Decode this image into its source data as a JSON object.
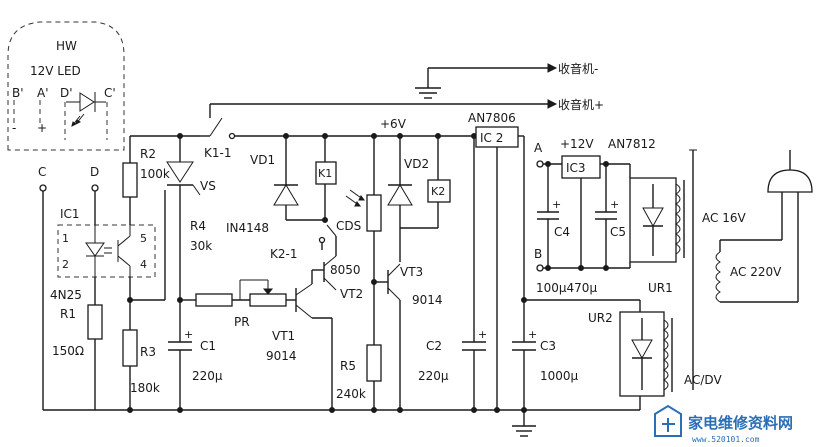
{
  "labels": {
    "hw": "HW",
    "led12": "12V  LED",
    "b_prime": "B'",
    "a_prime": "A'",
    "d_prime": "D'",
    "c_prime": "C'",
    "minus": "-",
    "plus": "+",
    "c": "C",
    "d": "D",
    "ic1": "IC1",
    "pin1": "1",
    "pin2": "2",
    "pin5": "5",
    "pin4": "4",
    "n4n25": "4N25",
    "r1": "R1",
    "r1v": "150Ω",
    "r2": "R2",
    "r2v": "100k",
    "vs": "VS",
    "r4": "R4",
    "r4v": "30k",
    "r3": "R3",
    "r3v": "180k",
    "c1": "C1",
    "c1v": "220μ",
    "k11": "K1-1",
    "vd1": "VD1",
    "k1": "K1",
    "in4148": "IN4148",
    "k21": "K2-1",
    "cds": "CDS",
    "pr": "PR",
    "vt1": "VT1",
    "vt1v": "9014",
    "n8050": "8050",
    "vt2": "VT2",
    "vt3": "VT3",
    "vt3v": "9014",
    "r5": "R5",
    "r5v": "240k",
    "plus6v": "+6V",
    "vd2": "VD2",
    "k2": "K2",
    "an7806": "AN7806",
    "ic2": "IC 2",
    "c2": "C2",
    "c2v": "220μ",
    "c3": "C3",
    "c3v": "1000μ",
    "radio_minus": "收音机-",
    "radio_plus": "收音机+",
    "a": "A",
    "b": "B",
    "plus12v": "+12V",
    "ic3": "IC3",
    "an7812": "AN7812",
    "c4": "C4",
    "c5": "C5",
    "c45v": "100μ470μ",
    "ur1": "UR1",
    "ur2": "UR2",
    "ac16": "AC 16V",
    "ac220": "AC 220V",
    "acdv": "AC/DV"
  },
  "watermark": {
    "title": "家电维修资料网",
    "url": "www.520101.com"
  },
  "colors": {
    "ink": "#1a1a1a",
    "watermark": "#2a6fb5"
  }
}
